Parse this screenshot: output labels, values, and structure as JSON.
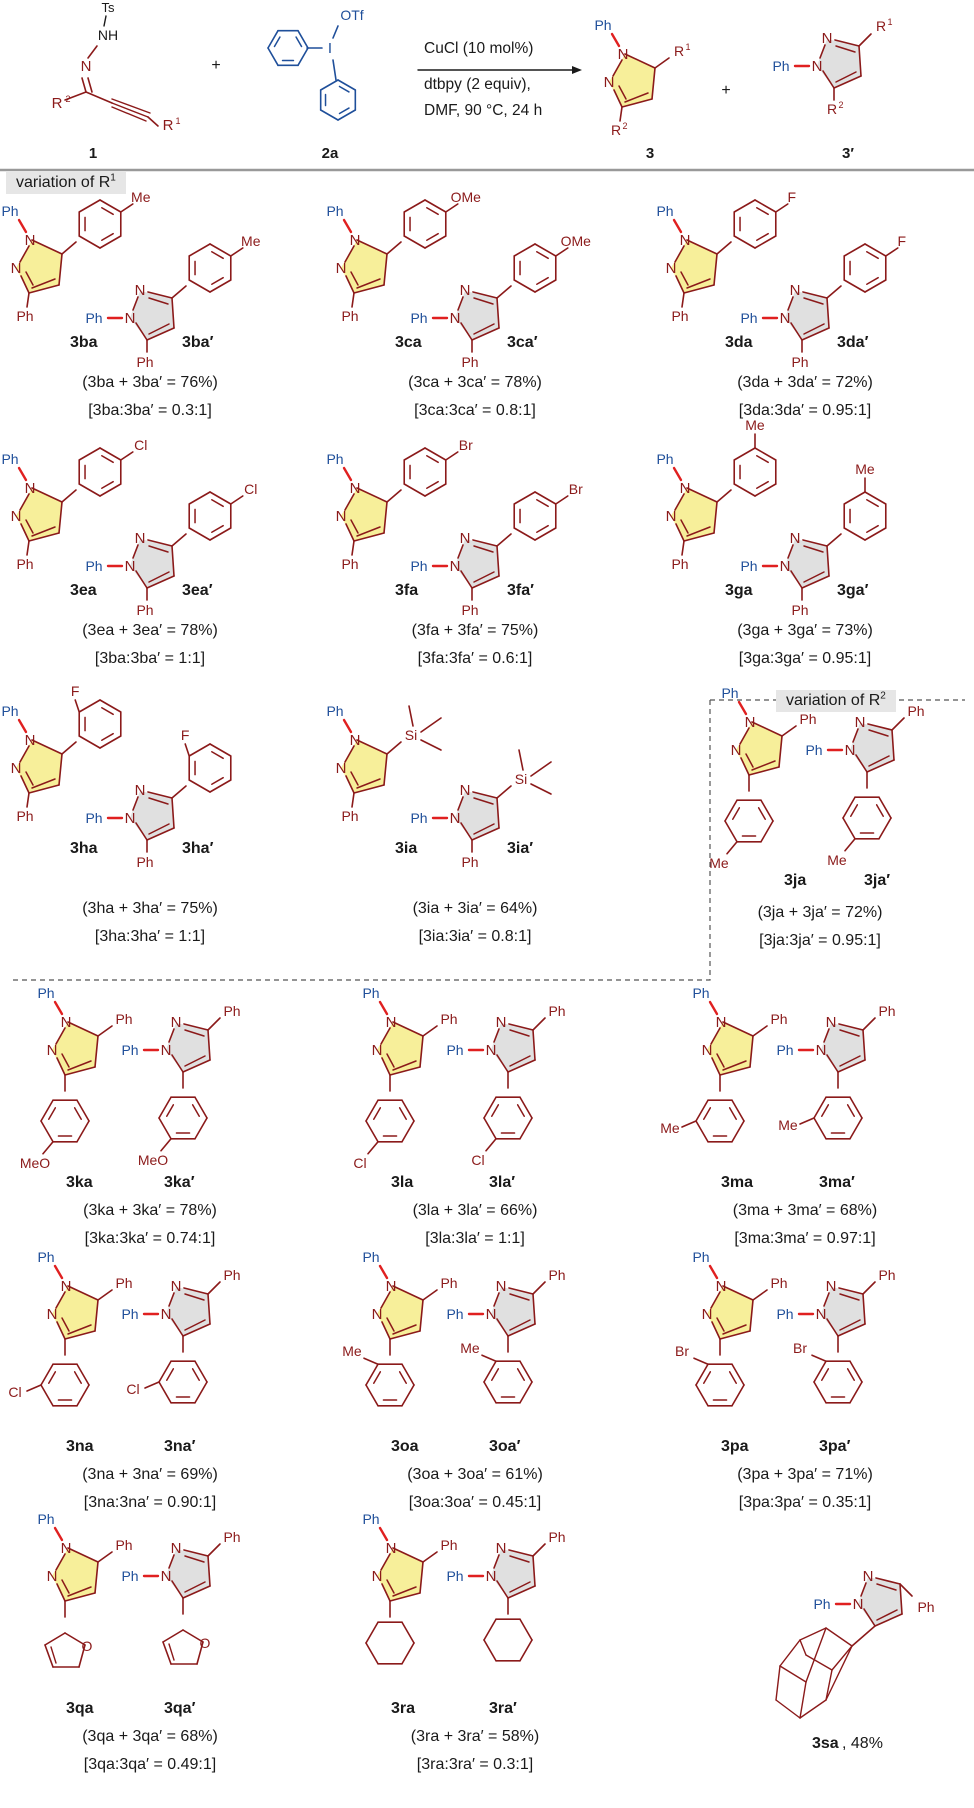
{
  "colors": {
    "maroon": "#8b1a1a",
    "blue": "#1f4f9a",
    "red": "#e02020",
    "yellow": "#f7ef9a",
    "grey": "#e0e0e0"
  },
  "header": {
    "reagent1_label": "1",
    "reagent2_label": "2a",
    "product_label": "3",
    "isomer_label": "3′",
    "conditions": [
      "CuCl (10 mol%)",
      "dtbpy (2 equiv),",
      "DMF, 90 °C, 24 h"
    ],
    "plus": "+",
    "sub_ts": "Ts",
    "sub_nh": "NH",
    "sub_otf": "OTf",
    "sub_i": "I"
  },
  "banners": {
    "r1": "variation of R",
    "r2": "variation of R"
  },
  "entries": [
    {
      "code": "ba",
      "label_a": "3ba",
      "label_b": "3ba′",
      "sum": "(3ba + 3ba′ = 76%)",
      "ratio": "[3ba:3ba′ = 0.3:1]",
      "sub": "4-Me"
    },
    {
      "code": "ca",
      "label_a": "3ca",
      "label_b": "3ca′",
      "sum": "(3ca + 3ca′ = 78%)",
      "ratio": "[3ca:3ca′ = 0.8:1]",
      "sub": "4-OMe"
    },
    {
      "code": "da",
      "label_a": "3da",
      "label_b": "3da′",
      "sum": "(3da + 3da′ = 72%)",
      "ratio": "[3da:3da′ = 0.95:1]",
      "sub": "4-F"
    },
    {
      "code": "ea",
      "label_a": "3ea",
      "label_b": "3ea′",
      "sum": "(3ea + 3ea′ = 78%)",
      "ratio": "[3ba:3ba′ = 1:1]",
      "sub": "4-Cl"
    },
    {
      "code": "fa",
      "label_a": "3fa",
      "label_b": "3fa′",
      "sum": "(3fa + 3fa′ = 75%)",
      "ratio": "[3fa:3fa′ = 0.6:1]",
      "sub": "4-Br"
    },
    {
      "code": "ga",
      "label_a": "3ga",
      "label_b": "3ga′",
      "sum": "(3ga + 3ga′ = 73%)",
      "ratio": "[3ga:3ga′ = 0.95:1]",
      "sub": "3-Me"
    },
    {
      "code": "ha",
      "label_a": "3ha",
      "label_b": "3ha′",
      "sum": "(3ha + 3ha′ = 75%)",
      "ratio": "[3ha:3ha′ = 1:1]",
      "sub": "2-F"
    },
    {
      "code": "ia",
      "label_a": "3ia",
      "label_b": "3ia′",
      "sum": "(3ia + 3ia′ = 64%)",
      "ratio": "[3ia:3ia′ = 0.8:1]",
      "sub": "TMS"
    },
    {
      "code": "ja",
      "label_a": "3ja",
      "label_b": "3ja′",
      "sum": "(3ja + 3ja′ = 72%)",
      "ratio": "[3ja:3ja′ = 0.95:1]",
      "sub": "4-Me"
    },
    {
      "code": "ka",
      "label_a": "3ka",
      "label_b": "3ka′",
      "sum": "(3ka + 3ka′ = 78%)",
      "ratio": "[3ka:3ka′ = 0.74:1]",
      "sub": "4-OMe"
    },
    {
      "code": "la",
      "label_a": "3la",
      "label_b": "3la′",
      "sum": "(3la + 3la′ = 66%)",
      "ratio": "[3la:3la′ = 1:1]",
      "sub": "4-Cl"
    },
    {
      "code": "ma",
      "label_a": "3ma",
      "label_b": "3ma′",
      "sum": "(3ma + 3ma′ = 68%)",
      "ratio": "[3ma:3ma′ = 0.97:1]",
      "sub": "3-Me"
    },
    {
      "code": "na",
      "label_a": "3na",
      "label_b": "3na′",
      "sum": "(3na + 3na′ = 69%)",
      "ratio": "[3na:3na′ = 0.90:1]",
      "sub": "3-Cl"
    },
    {
      "code": "oa",
      "label_a": "3oa",
      "label_b": "3oa′",
      "sum": "(3oa + 3oa′ = 61%)",
      "ratio": "[3oa:3oa′ = 0.45:1]",
      "sub": "2-Me"
    },
    {
      "code": "pa",
      "label_a": "3pa",
      "label_b": "3pa′",
      "sum": "(3pa + 3pa′ = 71%)",
      "ratio": "[3pa:3pa′ = 0.35:1]",
      "sub": "2-Br"
    },
    {
      "code": "qa",
      "label_a": "3qa",
      "label_b": "3qa′",
      "sum": "(3qa + 3qa′ = 68%)",
      "ratio": "[3qa:3qa′ = 0.49:1]",
      "sub": "furyl"
    },
    {
      "code": "ra",
      "label_a": "3ra",
      "label_b": "3ra′",
      "sum": "(3ra + 3ra′ = 58%)",
      "ratio": "[3ra:3ra′ = 0.3:1]",
      "sub": "cyclohexyl"
    }
  ],
  "single": {
    "label": "3sa",
    "yield": ", 48%"
  }
}
